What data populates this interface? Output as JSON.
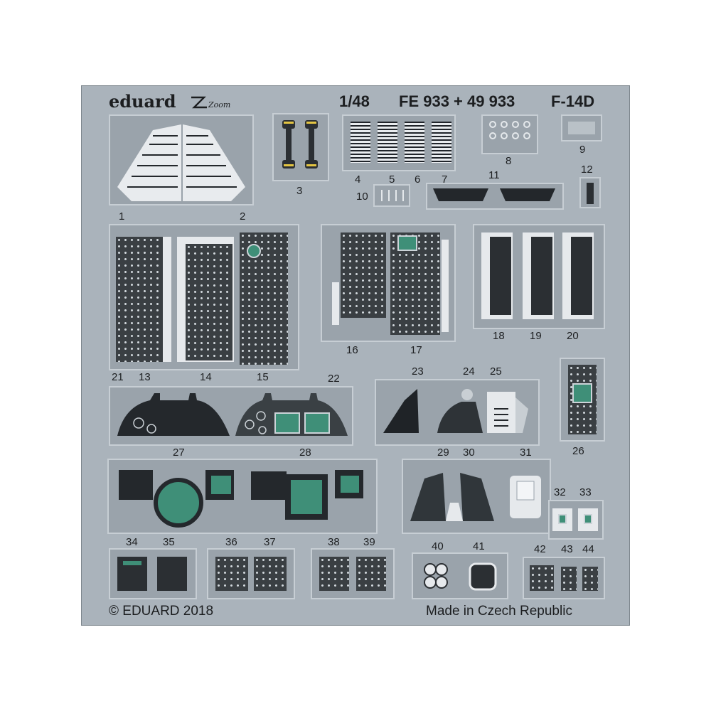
{
  "header": {
    "brand": "eduard",
    "zoom_mark": "Zoom",
    "scale": "1/48",
    "codes": "FE 933 + 49 933",
    "model": "F-14D"
  },
  "footer": {
    "copyright": "© EDUARD 2018",
    "origin": "Made in Czech Republic"
  },
  "part_numbers": [
    "1",
    "2",
    "3",
    "4",
    "5",
    "6",
    "7",
    "8",
    "9",
    "10",
    "11",
    "12",
    "13",
    "14",
    "15",
    "16",
    "17",
    "18",
    "19",
    "20",
    "21",
    "22",
    "23",
    "24",
    "25",
    "26",
    "27",
    "28",
    "29",
    "30",
    "31",
    "32",
    "33",
    "34",
    "35",
    "36",
    "37",
    "38",
    "39",
    "40",
    "41",
    "42",
    "43",
    "44"
  ],
  "colors": {
    "fret": "#aab3bb",
    "panel": "#3c4246",
    "screen_green": "#3f8f78",
    "placard_white": "#e6e9ec"
  }
}
